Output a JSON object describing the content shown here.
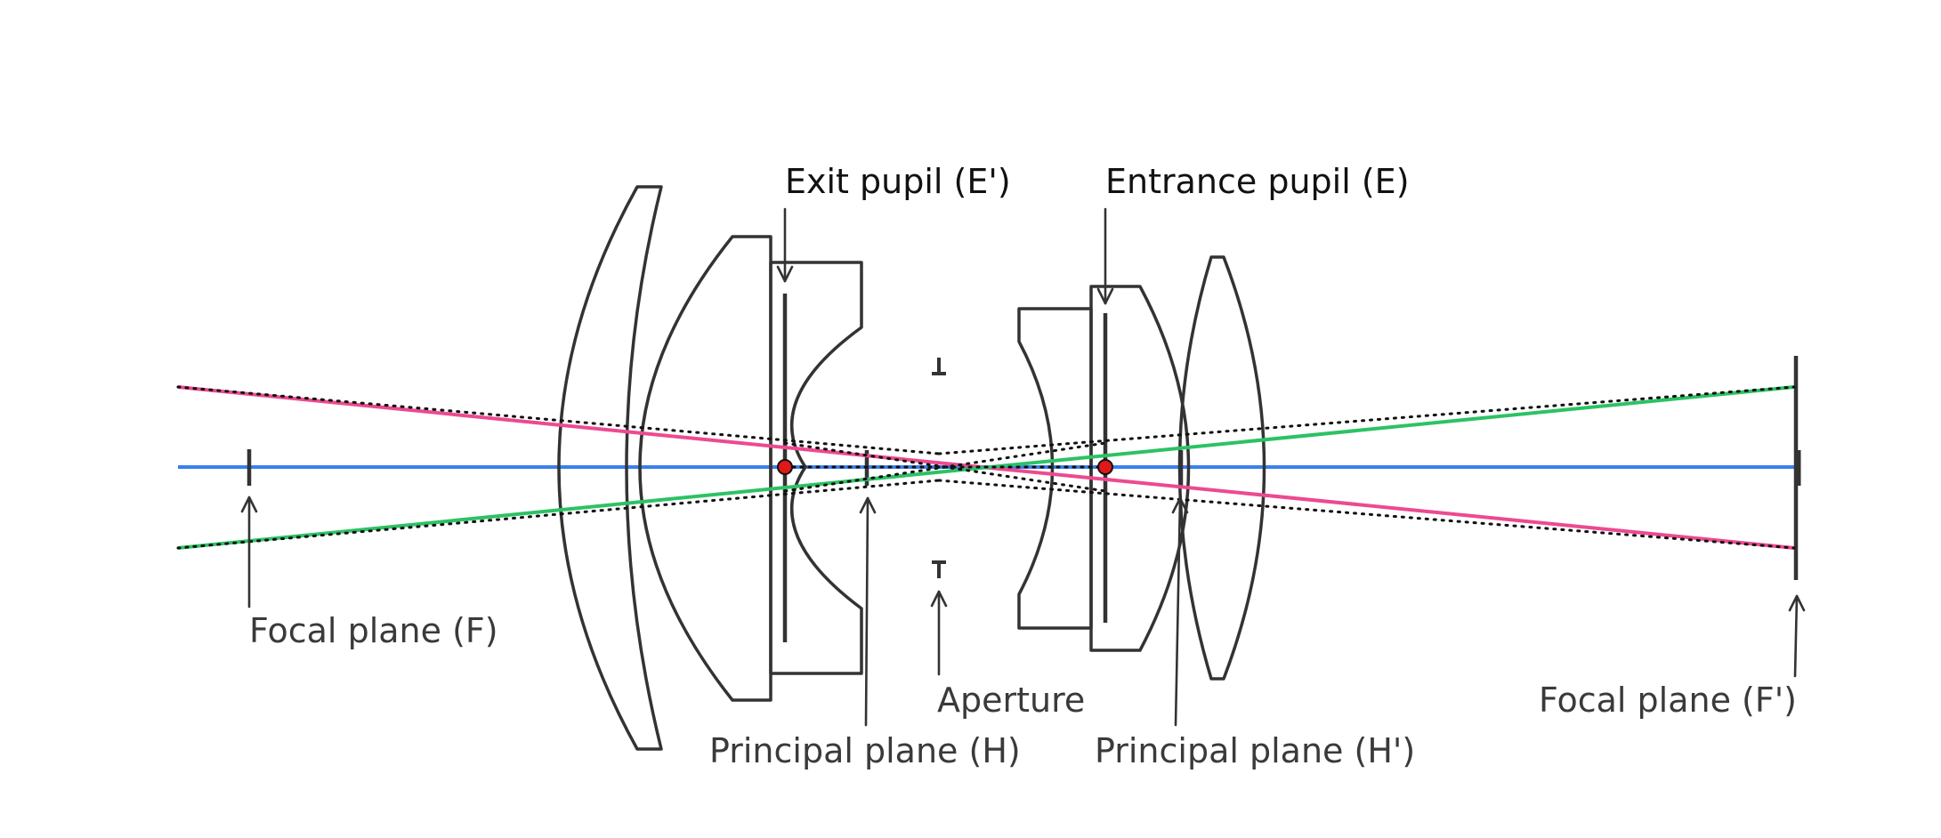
{
  "labels": {
    "exit_pupil": "Exit pupil (E')",
    "entrance_pupil": "Entrance pupil (E)",
    "focal_plane_f": "Focal plane (F)",
    "aperture": "Aperture",
    "principal_plane_h": "Principal plane (H)",
    "principal_plane_h_prime": "Principal plane (H')",
    "focal_plane_f_prime": "Focal plane (F')"
  },
  "colors": {
    "optical_axis": "#3a7ff0",
    "ray_pink": "#ec4a8f",
    "ray_green": "#2cc265",
    "pupil_point": "#e01818",
    "lens_outline": "#333333"
  }
}
